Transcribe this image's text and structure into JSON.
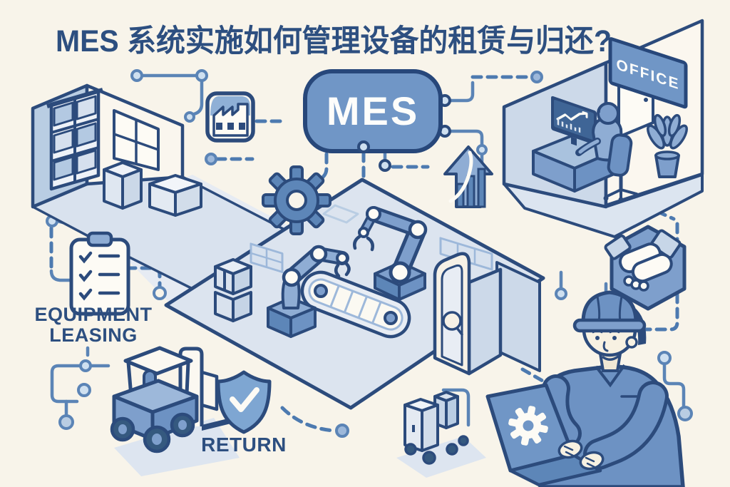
{
  "title": {
    "text": "MES 系统实施如何管理设备的租赁与归还?"
  },
  "mes_badge": {
    "label": "MES"
  },
  "office": {
    "sign_label": "OFFICE"
  },
  "equipment_leasing": {
    "line1": "EQUIPMENT",
    "line2": "LEASING"
  },
  "return_label": {
    "text": "RETURN"
  },
  "icons": [
    "warehouse-shelves",
    "factory-icon",
    "bar-chart-monitor-icon",
    "gear-icon",
    "growth-arrow-icon",
    "robot-arm-icon",
    "conveyor-belt-icon",
    "checklist-clipboard-icon",
    "handshake-icon",
    "forklift-icon",
    "shield-check-icon",
    "box-cart-icon",
    "worker-with-laptop",
    "laptop-gear-icon",
    "plant-icon",
    "door-icon",
    "office-sign"
  ],
  "colors": {
    "background": "#f8f4ea",
    "outline_navy": "#2c4b7c",
    "title_text": "#2d4f80",
    "primary_blue": "#7096c6",
    "steel_blue": "#5d86b8",
    "soft_blue": "#8fadd4",
    "light_blue": "#c7d6e8",
    "pale_blue": "#dde5f0",
    "cream_white": "#fbf8f0",
    "connector_blue": "#5b84b6",
    "dashed_connector": "#4d7ab0",
    "node_fill": "#cfe0f0"
  }
}
